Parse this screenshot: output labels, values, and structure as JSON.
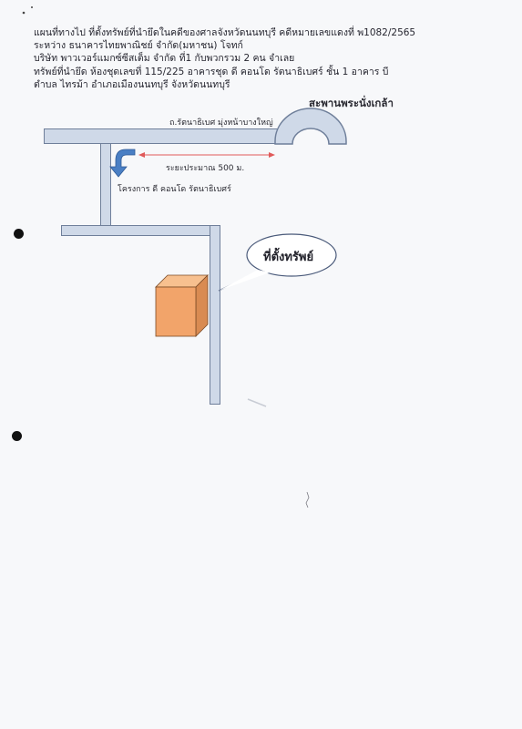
{
  "header": {
    "line1": "แผนที่ทางไป ที่ตั้งทรัพย์ที่นำยึดในคดีของศาลจังหวัดนนทบุรี คดีหมายเลขแดงที่ พ1082/2565",
    "line2": "ระหว่าง ธนาคารไทยพาณิชย์ จำกัด(มหาชน)  โจทก์",
    "line3": "บริษัท พาวเวอร์แมกซ์ซีสเต็ม จำกัด ที่1 กับพวกรวม 2 คน จำเลย",
    "line4": "ทรัพย์ที่นำยึด ห้องชุดเลขที่ 115/225 อาคารชุด ดี คอนโด รัตนาธิเบศร์ ชั้น 1 อาคาร บี",
    "line5": "ตำบล ไทรม้า  อำเภอเมืองนนทบุรี จังหวัดนนทบุรี"
  },
  "map": {
    "bridge_label": "สะพานพระนั่งเกล้า",
    "main_road_label": "ถ.รัตนาธิเบศ มุ่งหน้าบางใหญ่",
    "distance_label": "ระยะประมาณ 500 ม.",
    "project_label": "โครงการ ดี คอนโด รัตนาธิเบศร์",
    "callout_label": "ที่ตั้งทรัพย์"
  },
  "colors": {
    "road_fill": "#cfd9e8",
    "road_stroke": "#6f7f9a",
    "turn_arrow": "#4a7fc4",
    "distance_arrow": "#e05a5a",
    "building_front": "#f2a46a",
    "building_side": "#d98b52",
    "building_top": "#f7c08f"
  }
}
